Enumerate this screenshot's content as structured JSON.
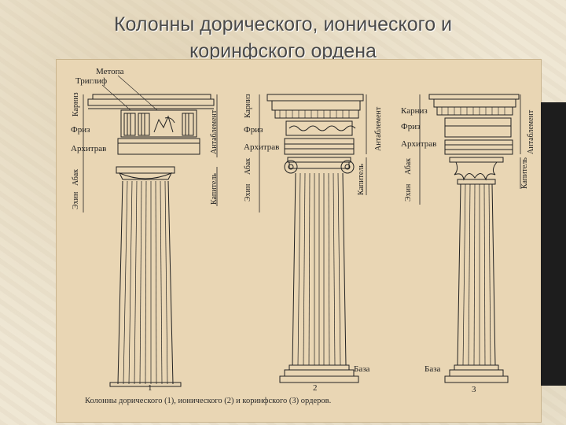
{
  "slide": {
    "title_line1": "Колонны дорического, ионического и",
    "title_line2": "коринфского ордена"
  },
  "figure": {
    "caption": "Колонны дорического (1), ионического (2) и коринфского (3) ордеров.",
    "doric": {
      "number": "1",
      "labels": {
        "metope": "Метопа",
        "triglyph": "Триглиф",
        "cornice": "Карниз",
        "frieze": "Фриз",
        "architrave": "Архитрав",
        "abacus": "Абак",
        "echinus": "Эхин",
        "entablature": "Антаблемент",
        "capital": "Капитель"
      }
    },
    "ionic": {
      "number": "2",
      "labels": {
        "cornice": "Карниз",
        "frieze": "Фриз",
        "architrave": "Архитрав",
        "abacus": "Абак",
        "echinus": "Эхин",
        "entablature": "Антаблемент",
        "capital": "Капитель",
        "base": "База"
      }
    },
    "corinthian": {
      "number": "3",
      "labels": {
        "cornice": "Карниз",
        "frieze": "Фриз",
        "architrave": "Архитрав",
        "abacus": "Абак",
        "echinus": "Эхин",
        "entablature": "Антаблемент",
        "capital": "Капитель",
        "base": "База"
      }
    }
  }
}
